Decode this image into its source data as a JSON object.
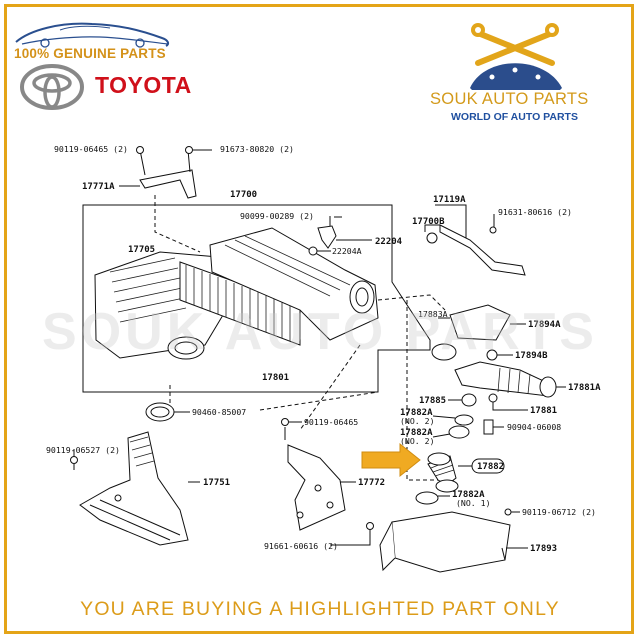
{
  "header": {
    "genuine_text": "100% GENUINE PARTS",
    "brand_name": "TOYOTA",
    "brand_color": "#d0101a",
    "accent_color": "#e4a417"
  },
  "shop": {
    "name": "SOUK AUTO PARTS",
    "tagline": "WORLD OF AUTO PARTS",
    "tagline_color": "#2050a0"
  },
  "watermark": "SOUK AUTO PARTS",
  "footer": {
    "banner": "YOU ARE BUYING A HIGHLIGHTED PART ONLY"
  },
  "highlighted_part": "17882",
  "icons": [
    "car-silhouette-icon",
    "toyota-emblem-icon",
    "crossed-wrenches-icon",
    "highlight-arrow-icon"
  ],
  "callouts": {
    "c1": "90119-06465 (2)",
    "c2": "91673-80820 (2)",
    "c3": "17771A",
    "c4": "17700",
    "c5": "90099-00289 (2)",
    "c6": "17705",
    "c7": "22204A",
    "c8": "22204",
    "c9": "17119A",
    "c10": "17700B",
    "c11": "91631-80616 (2)",
    "c12": "17883A",
    "c13": "17894A",
    "c14": "17894B",
    "c15": "17801",
    "c16": "17881A",
    "c17": "17885",
    "c18": "17881",
    "c19": "90460-85007",
    "c20": "90119-06465",
    "c21": "17882A",
    "c22": "(NO. 2)",
    "c23": "17882A",
    "c24": "(NO. 2)",
    "c25": "90904-06008",
    "c26": "90119-06527 (2)",
    "c27": "17751",
    "c28": "17772",
    "c29": "17882",
    "c30": "17882A",
    "c31": "(NO. 1)",
    "c32": "90119-06712 (2)",
    "c33": "17893",
    "c34": "91661-60616 (2)"
  }
}
